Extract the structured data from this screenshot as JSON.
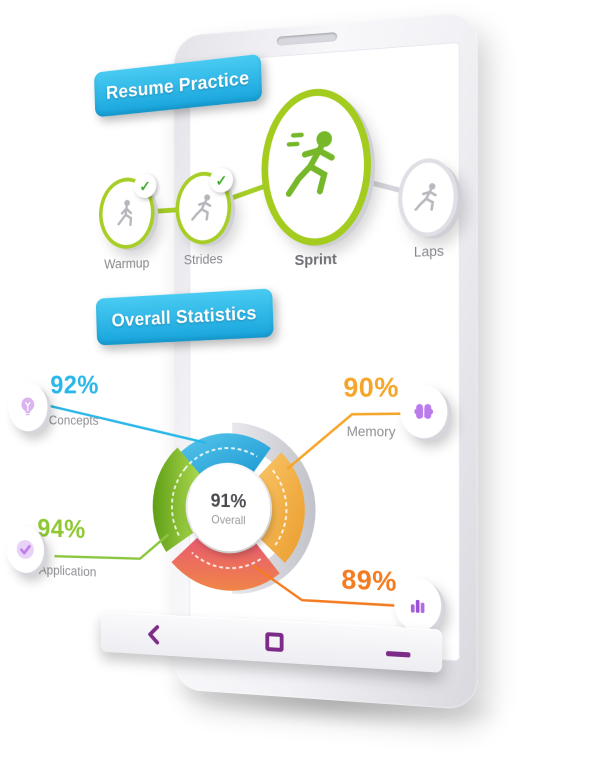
{
  "banners": {
    "resume_practice": "Resume Practice",
    "overall_statistics": "Overall Statistics"
  },
  "practice_stages": {
    "check_glyph": "✓",
    "items": [
      {
        "label": "Warmup",
        "status": "completed",
        "icon": "warmup-person-icon"
      },
      {
        "label": "Strides",
        "status": "completed",
        "icon": "running-person-icon"
      },
      {
        "label": "Sprint",
        "status": "current",
        "icon": "sprinting-person-icon"
      },
      {
        "label": "Laps",
        "status": "upcoming",
        "icon": "running-person-icon"
      }
    ]
  },
  "statistics": {
    "callouts": [
      {
        "value": "92%",
        "label": "Concepts",
        "icon": "lightbulb-icon",
        "accent": "#29b6e8"
      },
      {
        "value": "90%",
        "label": "Memory",
        "icon": "brain-icon",
        "accent": "#f5a62a"
      },
      {
        "value": "94%",
        "label": "Application",
        "icon": "check-icon",
        "accent": "#8cc63f"
      },
      {
        "value": "89%",
        "label": "",
        "icon": "bar-chart-icon",
        "accent": "#f47b20"
      }
    ]
  },
  "chart_data": {
    "type": "pie",
    "donut": true,
    "title": "Overall Statistics",
    "center_label": "91%",
    "center_caption": "Overall",
    "legend_position": "callouts",
    "segments": [
      {
        "name": "Concepts",
        "value": 92,
        "color": "#29abe2",
        "position": "top"
      },
      {
        "name": "Memory",
        "value": 90,
        "color": "#f0a838",
        "position": "right"
      },
      {
        "name": "",
        "value": 89,
        "color": "#ee5a6a",
        "position": "bottom"
      },
      {
        "name": "Application",
        "value": 94,
        "color": "#8cc320",
        "position": "left"
      }
    ]
  },
  "navbar": {
    "icon_color": "#7c2b88",
    "items": [
      {
        "icon": "back-chevron-icon"
      },
      {
        "icon": "home-square-icon"
      },
      {
        "icon": "minimize-dash-icon"
      }
    ]
  }
}
